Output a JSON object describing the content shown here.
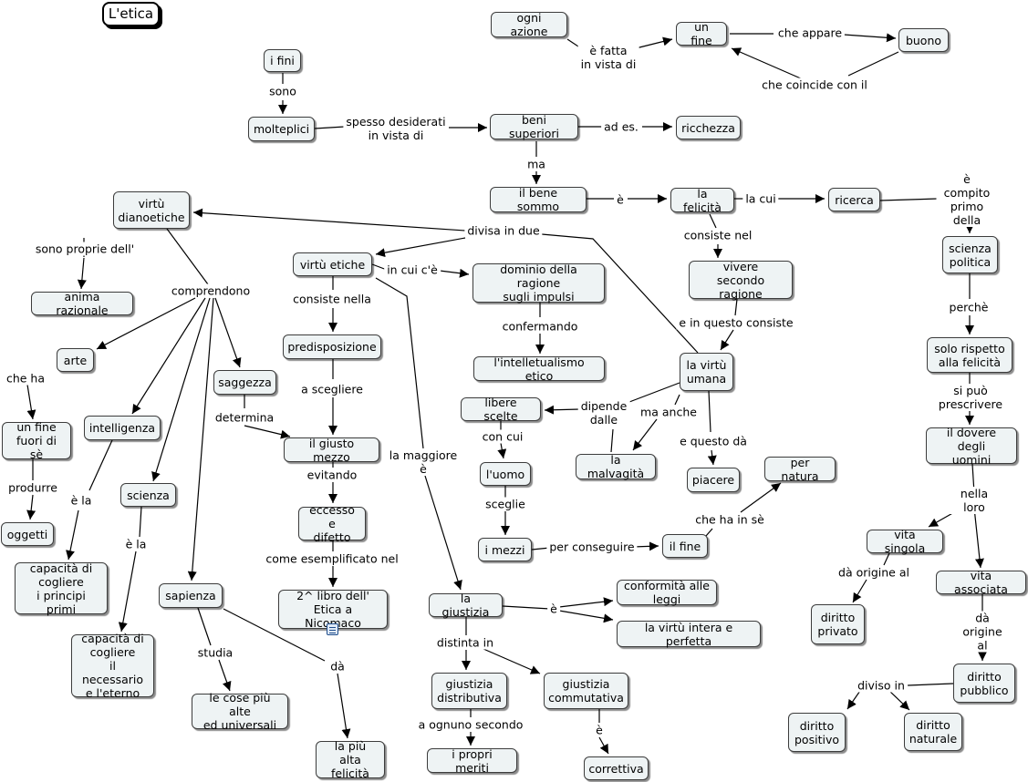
{
  "title": "L'etica",
  "concepts": {
    "ogni_azione": "ogni azione",
    "un_fine": "un fine",
    "buono": "buono",
    "i_fini": "i fini",
    "molteplici": "molteplici",
    "beni_superiori": "beni superiori",
    "ricchezza": "ricchezza",
    "il_bene_sommo": "il bene sommo",
    "la_felicita": "la felicità",
    "ricerca": "ricerca",
    "virtu_dianoetiche": "virtù\ndianoetiche",
    "anima_razionale": "anima razionale",
    "virtu_etiche": "virtù etiche",
    "dominio_ragione": "dominio della ragione\nsugli impulsi",
    "vivere_secondo_ragione": "vivere\nsecondo ragione",
    "scienza_politica": "scienza\npolitica",
    "predisposizione": "predisposizione",
    "intellettualismo": "l'intelletualismo etico",
    "la_virtu_umana": "la virtù\numana",
    "solo_rispetto": "solo rispetto\nalla felicità",
    "arte": "arte",
    "saggezza": "saggezza",
    "libere_scelte": "libere scelte",
    "intelligenza": "intelligenza",
    "il_giusto_mezzo": "il giusto mezzo",
    "un_fine_fuori": "un fine\nfuori di sè",
    "la_malvagita": "la malvagità",
    "luomo": "l'uomo",
    "piacere": "piacere",
    "per_natura": "per natura",
    "il_dovere": "il dovere degli\nuomini",
    "scienza": "scienza",
    "eccesso_difetto": "eccesso e\ndifetto",
    "oggetti": "oggetti",
    "i_mezzi": "i mezzi",
    "il_fine": "il fine",
    "vita_singola": "vita singola",
    "capacita_principi": "capacità di\ncogliere\ni principi primi",
    "vita_associata": "vita associata",
    "conformita_leggi": "conformità alle leggi",
    "sapienza": "sapienza",
    "libro_etica": "2^ libro dell'\nEtica a Nicomaco",
    "la_giustizia": "la giustizia",
    "diritto_privato": "diritto\nprivato",
    "virtu_intera": "la virtù intera e perfetta",
    "capacita_necessario": "capacità di\ncogliere\nil necessario\ne l'eterno",
    "diritto_pubblico": "diritto\npubblico",
    "giustizia_distributiva": "giustizia\ndistributiva",
    "giustizia_commutativa": "giustizia\ncommutativa",
    "cose_piu_alte": "le cose più alte\ned universali",
    "diritto_positivo": "diritto\npositivo",
    "diritto_naturale": "diritto\nnaturale",
    "i_propri_meriti": "i propri meriti",
    "piu_alta_felicita": "la più alta\nfelicità",
    "correttiva": "correttiva"
  },
  "links": {
    "e_fatta": "è fatta\nin vista di",
    "che_appare": "che appare",
    "che_coincide": "che coincide con il",
    "sono": "sono",
    "spesso_desiderati": "spesso desiderati\nin vista di",
    "ad_es": "ad es.",
    "ma": "ma",
    "e1": "è",
    "la_cui": "la cui",
    "e_compito": "è compito\nprimo della",
    "divisa_in_due": "divisa in due",
    "sono_proprie": "sono proprie dell'",
    "comprendono": "comprendono",
    "consiste_nel": "consiste nel",
    "in_cui": "in cui c'è",
    "consiste_nella": "consiste nella",
    "perche": "perchè",
    "confermando": "confermando",
    "e_in_questo": "e in questo consiste",
    "si_puo": "si può prescrivere",
    "che_ha": "che ha",
    "a_scegliere": "a scegliere",
    "determina": "determina",
    "dipende_dalle": "dipende\ndalle",
    "ma_anche": "ma anche",
    "con_cui": "con cui",
    "la_maggiore": "la maggiore\nè",
    "e_questo_da": "e questo dà",
    "produrre": "produrre",
    "e_la_1": "è la",
    "evitando": "evitando",
    "sceglie": "sceglie",
    "che_ha_in_se": "che ha in sè",
    "nella_loro": "nella loro",
    "e_la_2": "è la",
    "per_conseguire": "per conseguire",
    "come_esemplificato": "come esemplificato nel",
    "da_origine_1": "dà origine al",
    "e2": "è",
    "da_origine_2": "dà origine al",
    "studia": "studia",
    "da": "dà",
    "distinta_in": "distinta in",
    "diviso_in": "diviso in",
    "e3": "è",
    "a_ognuno": "a ognuno secondo"
  }
}
